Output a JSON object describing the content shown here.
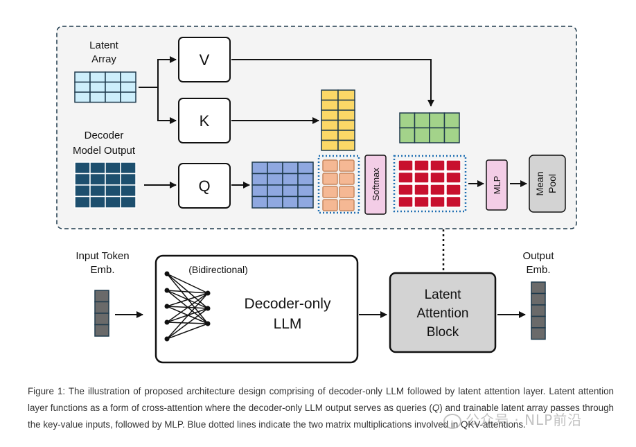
{
  "labels": {
    "latent_array": [
      "Latent",
      "Array"
    ],
    "decoder_model_output": [
      "Decoder",
      "Model Output"
    ],
    "v": "V",
    "k": "K",
    "q": "Q",
    "softmax": "Softmax",
    "mlp": "MLP",
    "mean_pool": [
      "Mean",
      "Pool"
    ],
    "input_token_emb": [
      "Input Token",
      "Emb."
    ],
    "bidirectional": "(Bidirectional)",
    "decoder_only_llm": [
      "Decoder-only",
      "LLM"
    ],
    "latent_attention_block": [
      "Latent",
      "Attention",
      "Block"
    ],
    "output_emb": [
      "Output",
      "Emb."
    ]
  },
  "caption": {
    "figure": "Figure 1:",
    "part1": " The illustration of proposed architecture design comprising of decoder-only LLM followed by latent attention layer. Latent attention layer functions as a form of cross-attention where the decoder-only LLM output serves as queries (",
    "q": "Q",
    "part2": ") and trainable latent array passes through the key-value inputs, followed by MLP. Blue dotted lines indicate the two matrix multiplications involved in QKV-attentions."
  },
  "watermark": "公众号 · NLP前沿",
  "colors": {
    "latent_cell": "#cdeefb",
    "decoder_cell": "#1d4f6e",
    "k_output_cell": "#fbd867",
    "v_output_cell": "#a3d38a",
    "q_output_cell": "#8fa8e0",
    "qk_cell": "#f5b894",
    "attn_cell": "#c8102e",
    "softmax_fill": "#f3cde6",
    "mlp_fill": "#f3cde6",
    "token_cell": "#6a6a6a",
    "block_fill": "#d3d3d3",
    "panel_fill": "#f4f4f4",
    "dotted_blue": "#1f6fb2"
  }
}
